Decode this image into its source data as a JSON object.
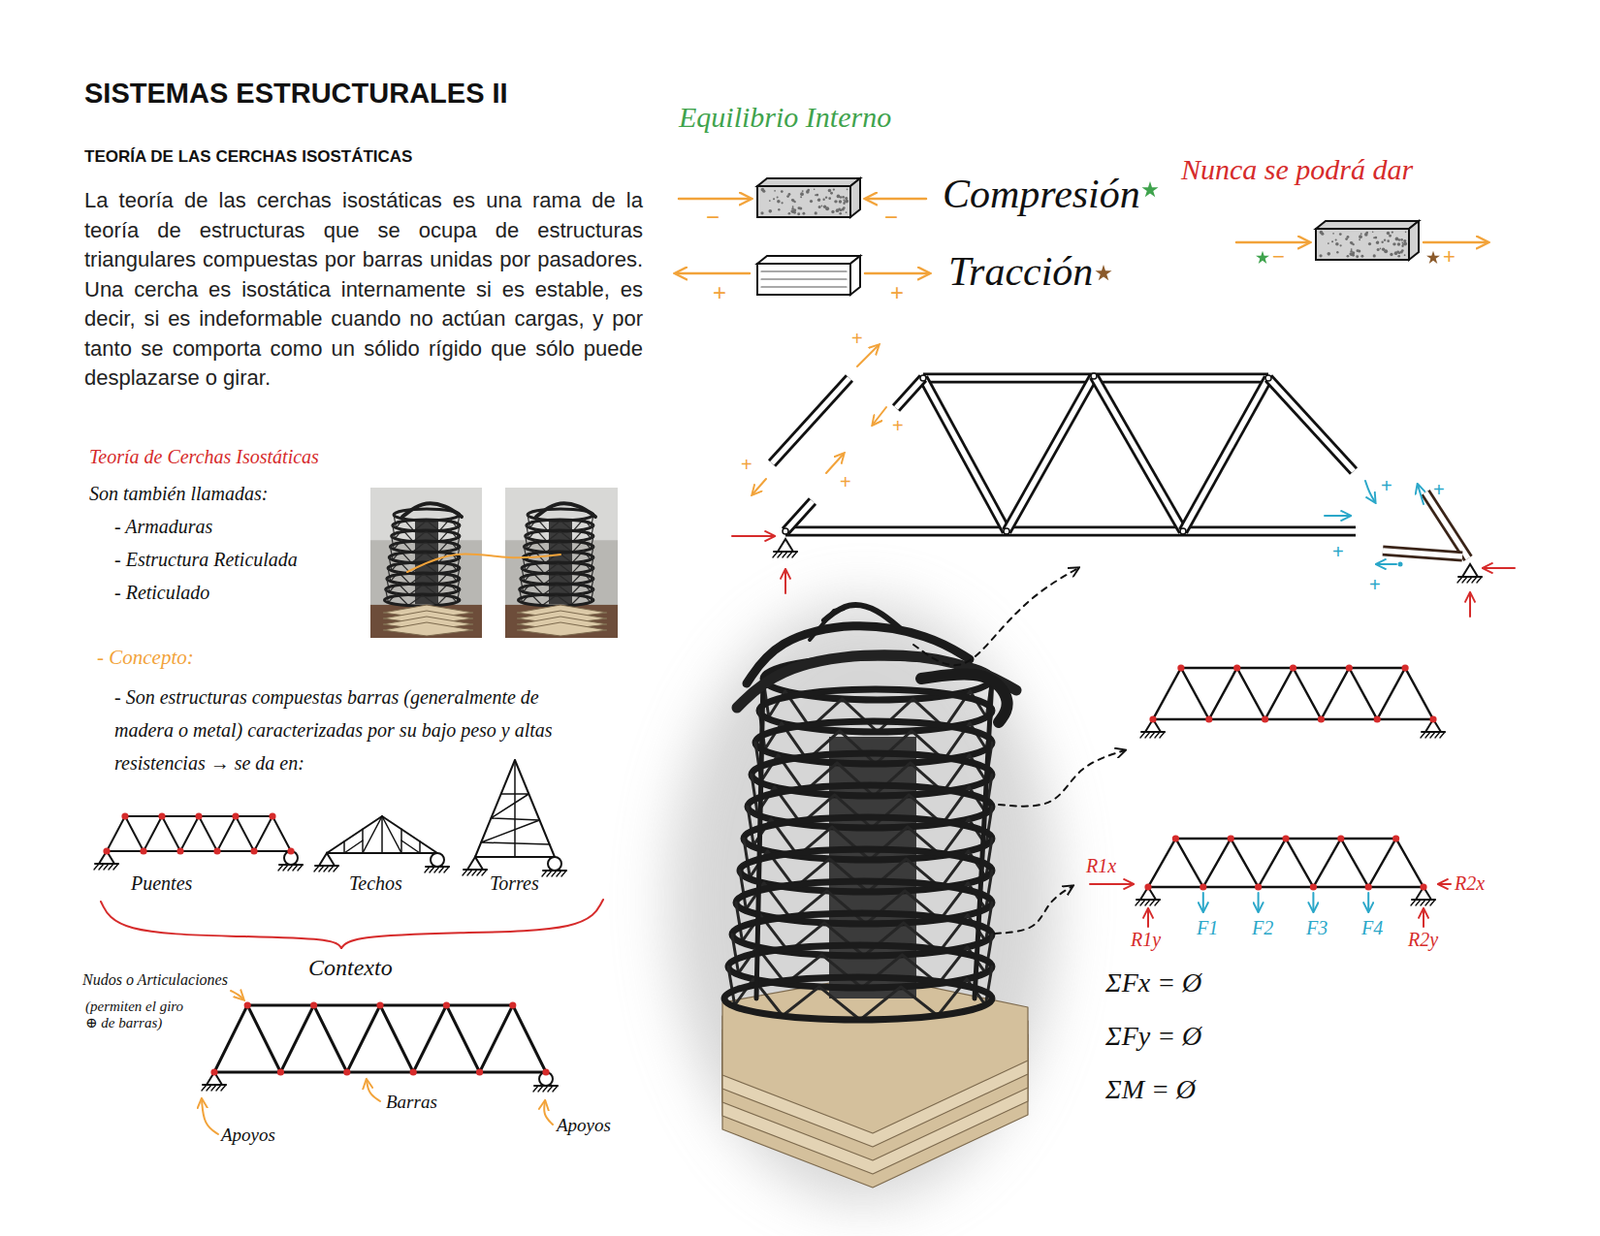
{
  "diagram": {
    "title": "SISTEMAS ESTRUCTURALES II",
    "labels": [
      "TEORÍA DE LAS CERCHAS ISOSTÁTICAS",
      "La teoría de las cerchas isostáticas es una rama de la teoría de estructuras que se ocupa de estructuras triangulares compuestas por barras unidas por pasadores. Una cercha es isostática internamente si es estable, es decir, si es indeformable cuando no actúan cargas, y por tanto se comporta como un sólido rígido que sólo puede desplazarse o girar.",
      "Teoría de Cerchas Isostáticas",
      "Son también llamadas:",
      "- Armaduras",
      "- Estructura Reticulada",
      "- Reticulado",
      "- Concepto:",
      "- Son estructuras compuestas barras (generalmente de madera o metal) caracterizadas por su bajo peso y altas resistencias → se da en:",
      "Puentes",
      "Techos",
      "Torres",
      "Contexto",
      "Nudos o Articulaciones",
      "(permiten el giro ⊕ de barras)",
      "Barras",
      "Apoyos",
      "Apoyos",
      "Equilibrio Interno",
      "Compresión",
      "Tracción",
      "Nunca se podrá dar",
      "−",
      "−",
      "+",
      "+",
      "−",
      "+",
      "+",
      "+",
      "+",
      "+",
      "+",
      "+",
      "+",
      "+",
      "R1x",
      "R1y",
      "F1",
      "F2",
      "F3",
      "F4",
      "R2y",
      "R2x",
      "ΣFx = Ø",
      "ΣFy = Ø",
      "ΣM = Ø"
    ]
  }
}
